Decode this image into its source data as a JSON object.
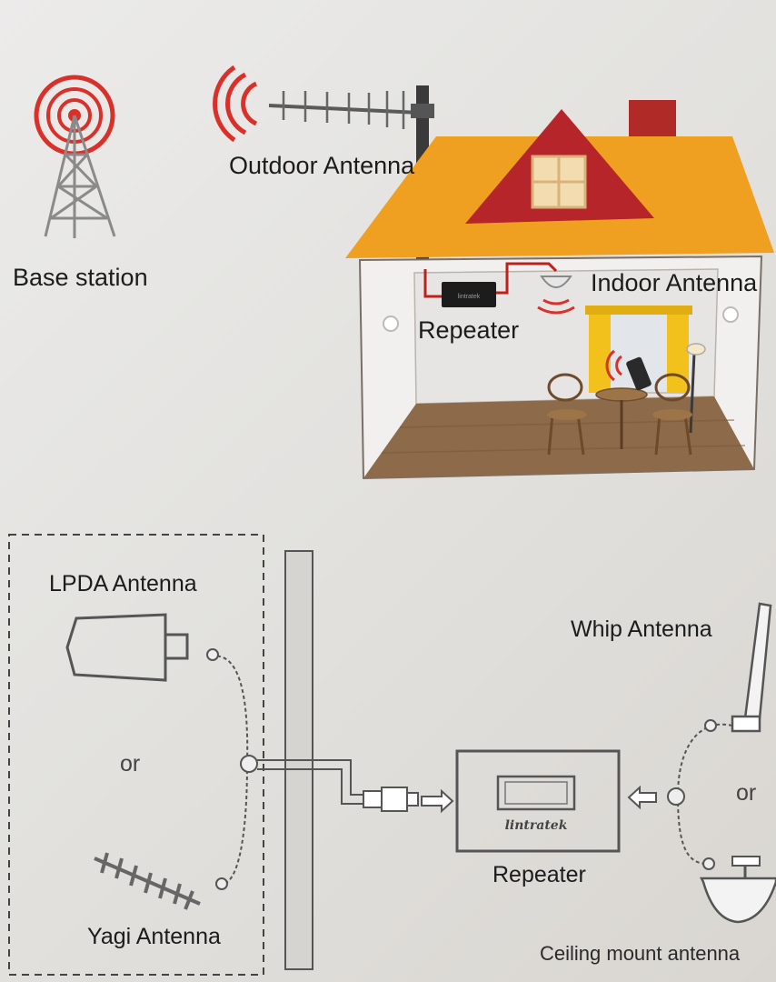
{
  "labels": {
    "base_station": "Base station",
    "outdoor_antenna": "Outdoor Antenna",
    "indoor_antenna": "Indoor Antenna",
    "repeater_top": "Repeater",
    "lpda_antenna": "LPDA Antenna",
    "or_left": "or",
    "yagi_antenna": "Yagi Antenna",
    "whip_antenna": "Whip Antenna",
    "or_right": "or",
    "repeater_bottom": "Repeater",
    "ceiling_mount_antenna": "Ceiling mount antenna",
    "brand": "lintratek"
  },
  "colors": {
    "signal": "#d9302a",
    "roof": "#f0a020",
    "gable": "#b5252a",
    "chimney": "#b02a28",
    "floor": "#8c6a4a",
    "curtain": "#f2c11c",
    "cable": "#c0201c"
  }
}
